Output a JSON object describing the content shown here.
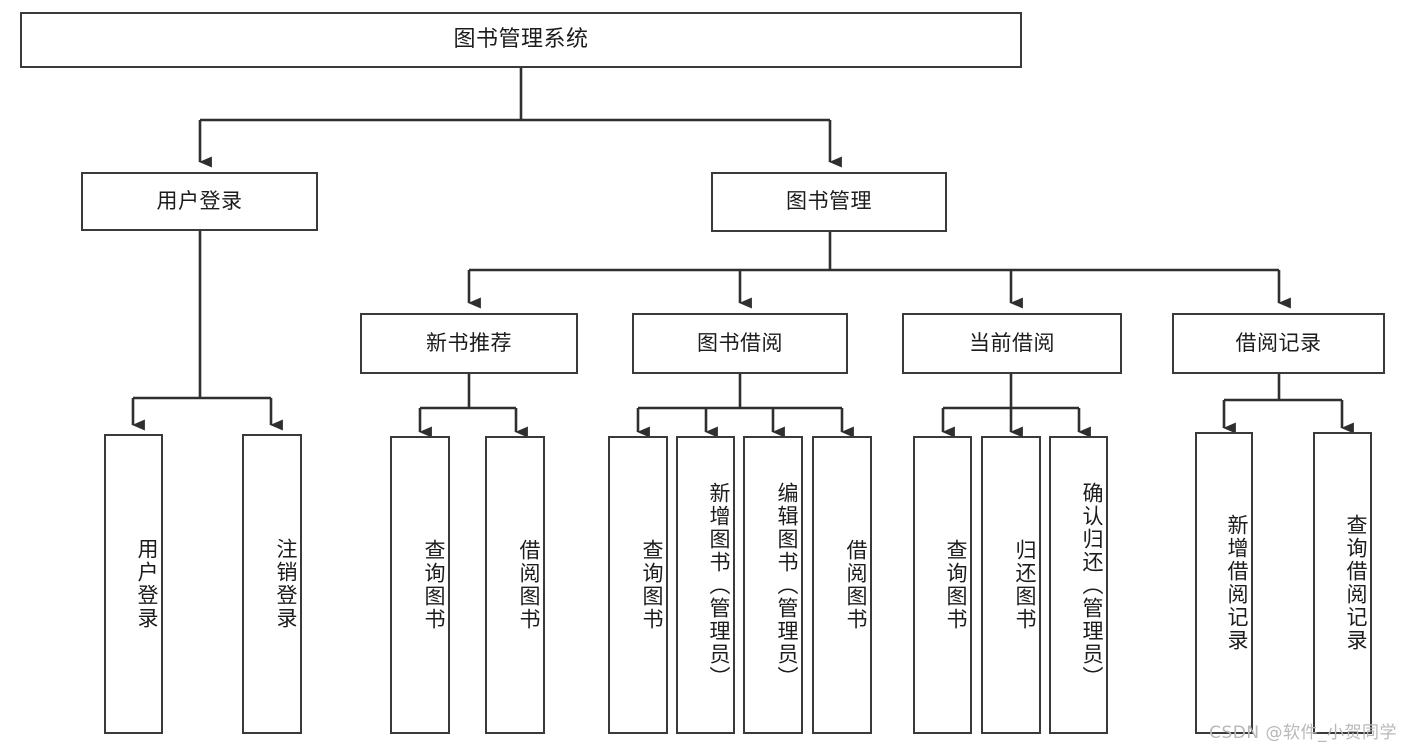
{
  "diagram": {
    "type": "tree-hierarchy",
    "title": "图书管理系统",
    "orientation": "top-down",
    "nodes": {
      "root": {
        "label": "图书管理系统",
        "level": 1
      },
      "user_login": {
        "label": "用户登录",
        "level": 2
      },
      "book_manage": {
        "label": "图书管理",
        "level": 2
      },
      "new_book_rec": {
        "label": "新书推荐",
        "level": 3
      },
      "book_borrow": {
        "label": "图书借阅",
        "level": 3
      },
      "current_borrow": {
        "label": "当前借阅",
        "level": 3
      },
      "borrow_record": {
        "label": "借阅记录",
        "level": 3
      },
      "leaf_user_login": {
        "label": "用户登录",
        "level": 4
      },
      "leaf_logout": {
        "label": "注销登录",
        "level": 4
      },
      "leaf_query_book_1": {
        "label": "查询图书",
        "level": 4
      },
      "leaf_borrow_book_1": {
        "label": "借阅图书",
        "level": 4
      },
      "leaf_query_book_2": {
        "label": "查询图书",
        "level": 4
      },
      "leaf_add_book": {
        "label": "新增图书（管理员）",
        "level": 4
      },
      "leaf_edit_book": {
        "label": "编辑图书（管理员）",
        "level": 4
      },
      "leaf_borrow_book_2": {
        "label": "借阅图书",
        "level": 4
      },
      "leaf_query_book_3": {
        "label": "查询图书",
        "level": 4
      },
      "leaf_return_book": {
        "label": "归还图书",
        "level": 4
      },
      "leaf_confirm_return": {
        "label": "确认归还（管理员）",
        "level": 4
      },
      "leaf_add_record": {
        "label": "新增借阅记录",
        "level": 4
      },
      "leaf_query_record": {
        "label": "查询借阅记录",
        "level": 4
      }
    },
    "colors": {
      "border": "#3a3a3a",
      "background": "#ffffff",
      "text": "#1c1c1c",
      "edge": "#2f2f2f",
      "watermark": "#b8b8b8"
    }
  },
  "watermark": {
    "text": "CSDN @软件_小贺同学"
  }
}
